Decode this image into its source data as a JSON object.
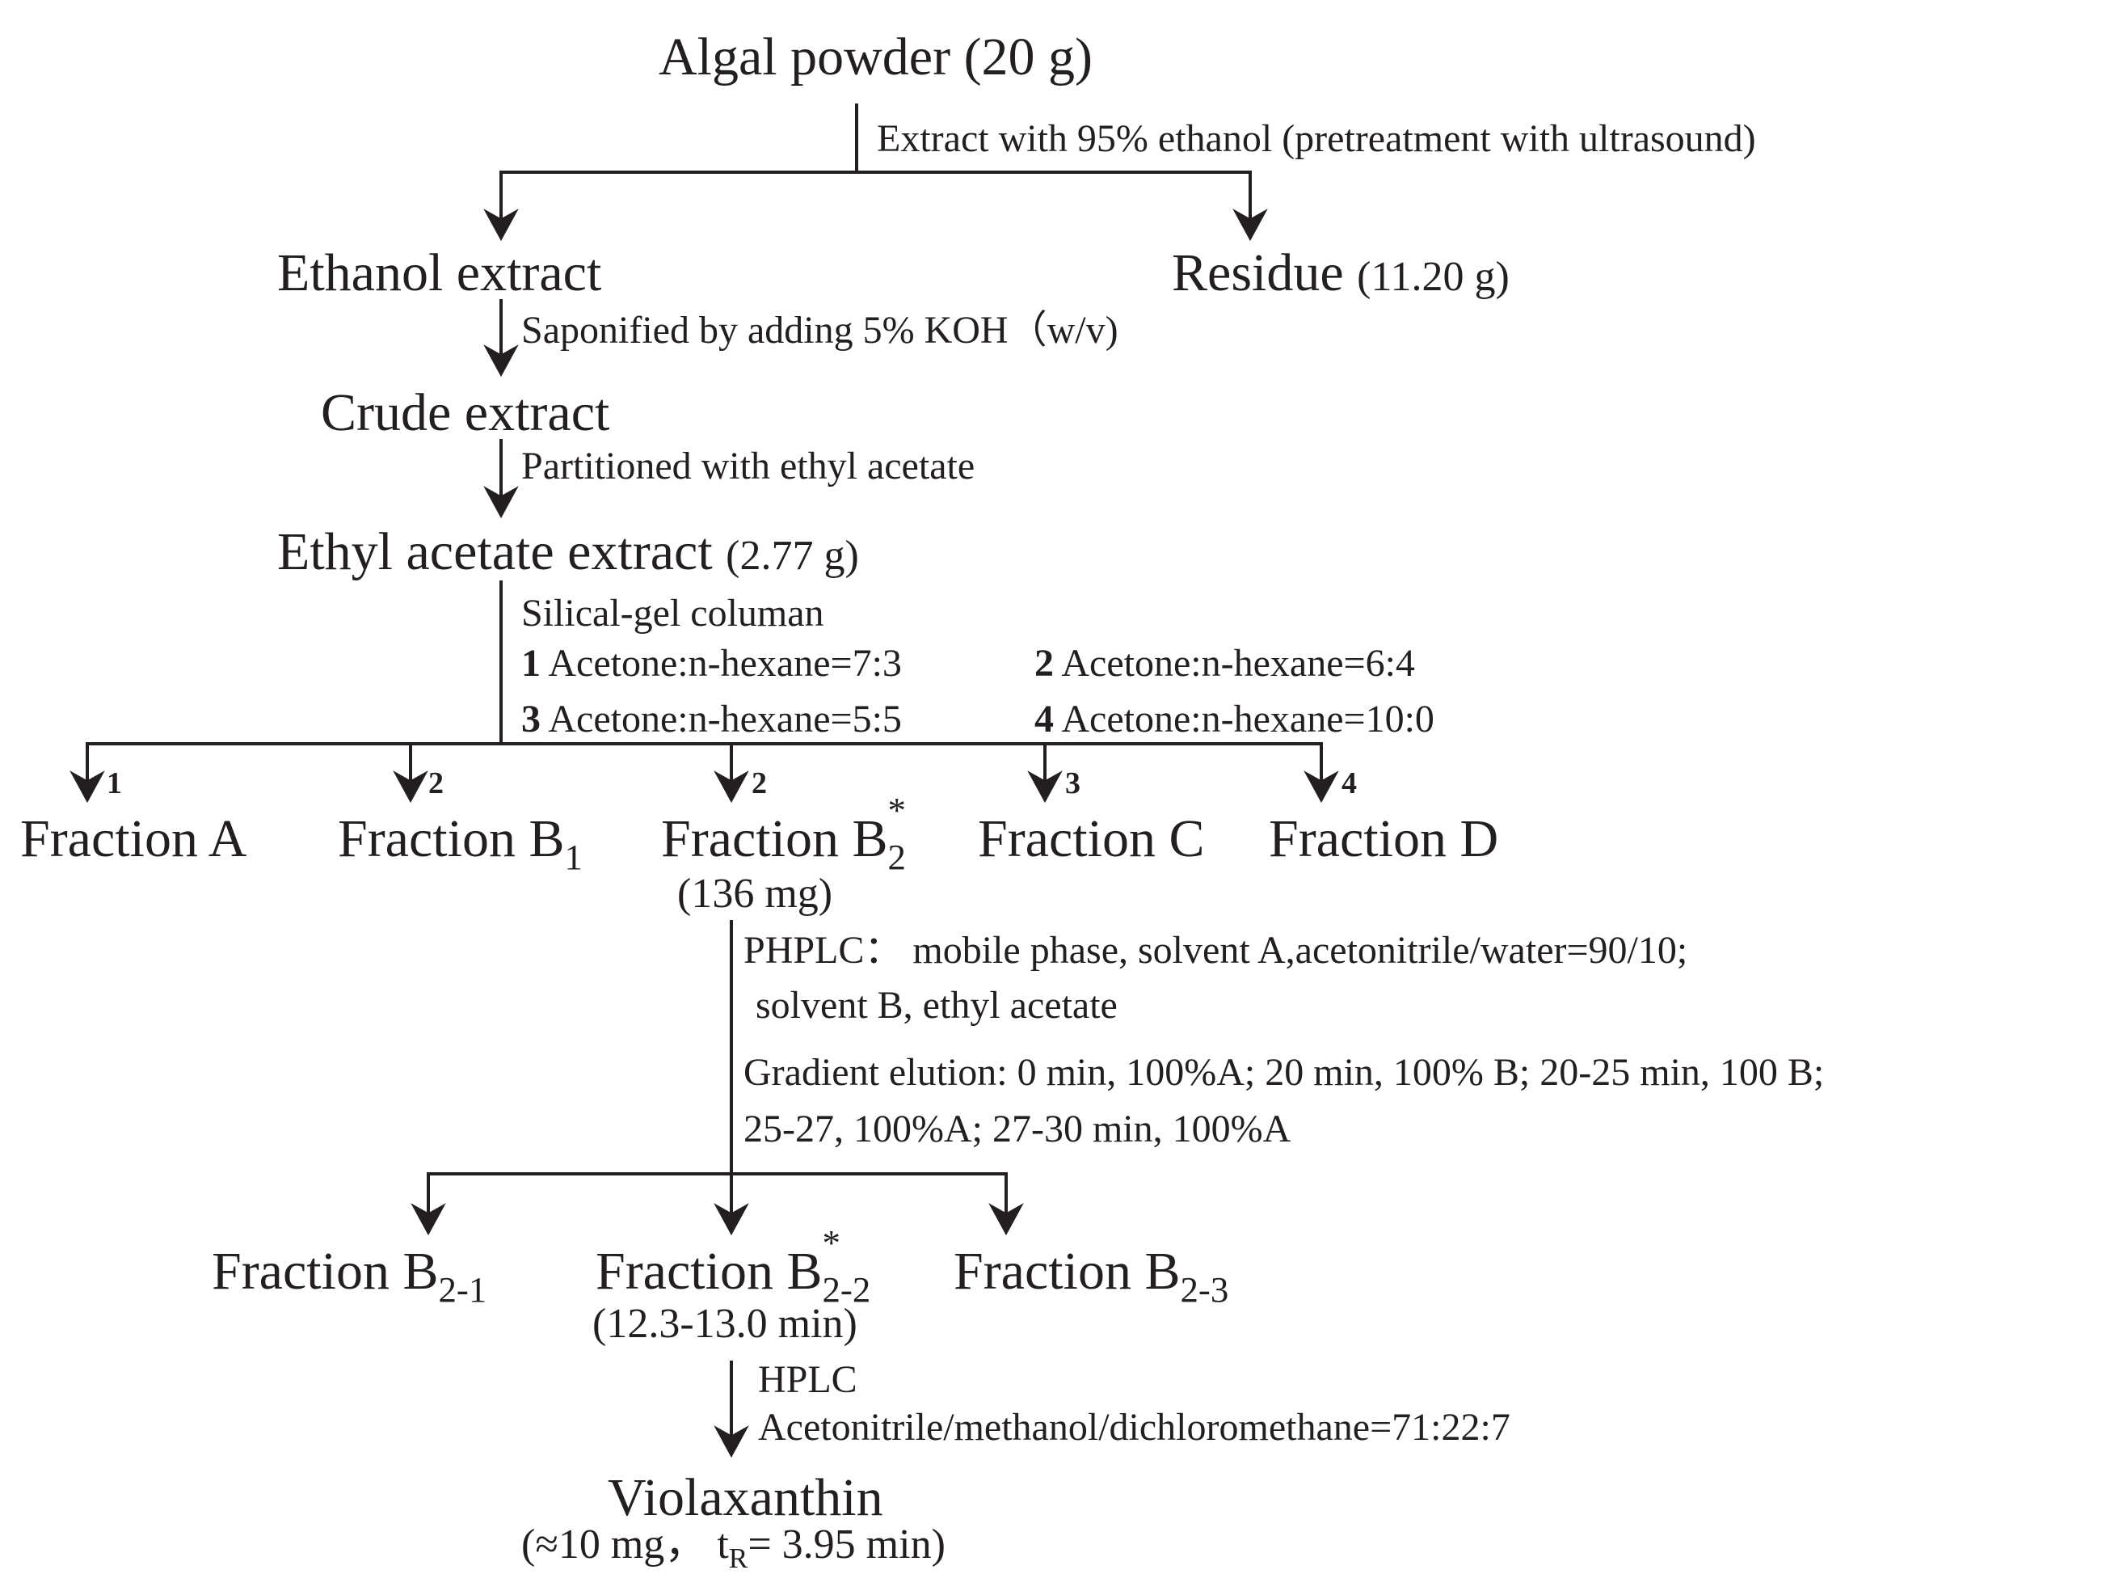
{
  "nodes": {
    "algal_powder": {
      "name": "Algal powder",
      "qty": "(20 g)"
    },
    "ethanol_extract": {
      "name": "Ethanol extract"
    },
    "residue": {
      "name": "Residue",
      "qty": "(11.20 g)"
    },
    "crude_extract": {
      "name": "Crude extract"
    },
    "ethyl_acetate_extract": {
      "name": "Ethyl acetate extract",
      "qty": "(2.77 g)"
    },
    "fraction_a": {
      "name": "Fraction A"
    },
    "fraction_b1": {
      "name": "Fraction B",
      "sub": "1"
    },
    "fraction_b2": {
      "name": "Fraction B",
      "sub": "2",
      "sup": "*",
      "qty": "(136 mg)"
    },
    "fraction_c": {
      "name": "Fraction C"
    },
    "fraction_d": {
      "name": "Fraction D"
    },
    "fraction_b2_1": {
      "name": "Fraction B",
      "sub": "2-1"
    },
    "fraction_b2_2": {
      "name": "Fraction B",
      "sub": "2-2",
      "sup": "*",
      "qty": "(12.3-13.0 min)"
    },
    "fraction_b2_3": {
      "name": "Fraction B",
      "sub": "2-3"
    },
    "violaxanthin": {
      "name": "Violaxanthin",
      "qty_pre": "(≈10 mg，",
      "tr": "t",
      "tr_sub": "R",
      "qty_post": "= 3.95 min)"
    }
  },
  "steps": {
    "extract": "Extract with 95% ethanol (pretreatment with ultrasound)",
    "saponify": "Saponified by adding 5% KOH（w/v)",
    "partition": "Partitioned with ethyl acetate",
    "column": {
      "title": "Silical-gel columan",
      "eluents": [
        {
          "num": "1",
          "text": "Acetone:n-hexane=7:3"
        },
        {
          "num": "2",
          "text": "Acetone:n-hexane=6:4"
        },
        {
          "num": "3",
          "text": "Acetone:n-hexane=5:5"
        },
        {
          "num": "4",
          "text": "Acetone:n-hexane=10:0"
        }
      ]
    },
    "branch_labels": [
      "1",
      "2",
      "2",
      "3",
      "4"
    ],
    "phplc": {
      "line1": "PHPLC：  mobile phase, solvent A,acetonitrile/water=90/10;",
      "line2": "solvent B, ethyl acetate",
      "line3": "Gradient elution: 0 min, 100%A; 20 min, 100% B; 20-25 min, 100 B;",
      "line4": "25-27, 100%A; 27-30 min, 100%A"
    },
    "hplc": {
      "title": "HPLC",
      "solvent": "Acetonitrile/methanol/dichloromethane=71:22:7"
    }
  }
}
